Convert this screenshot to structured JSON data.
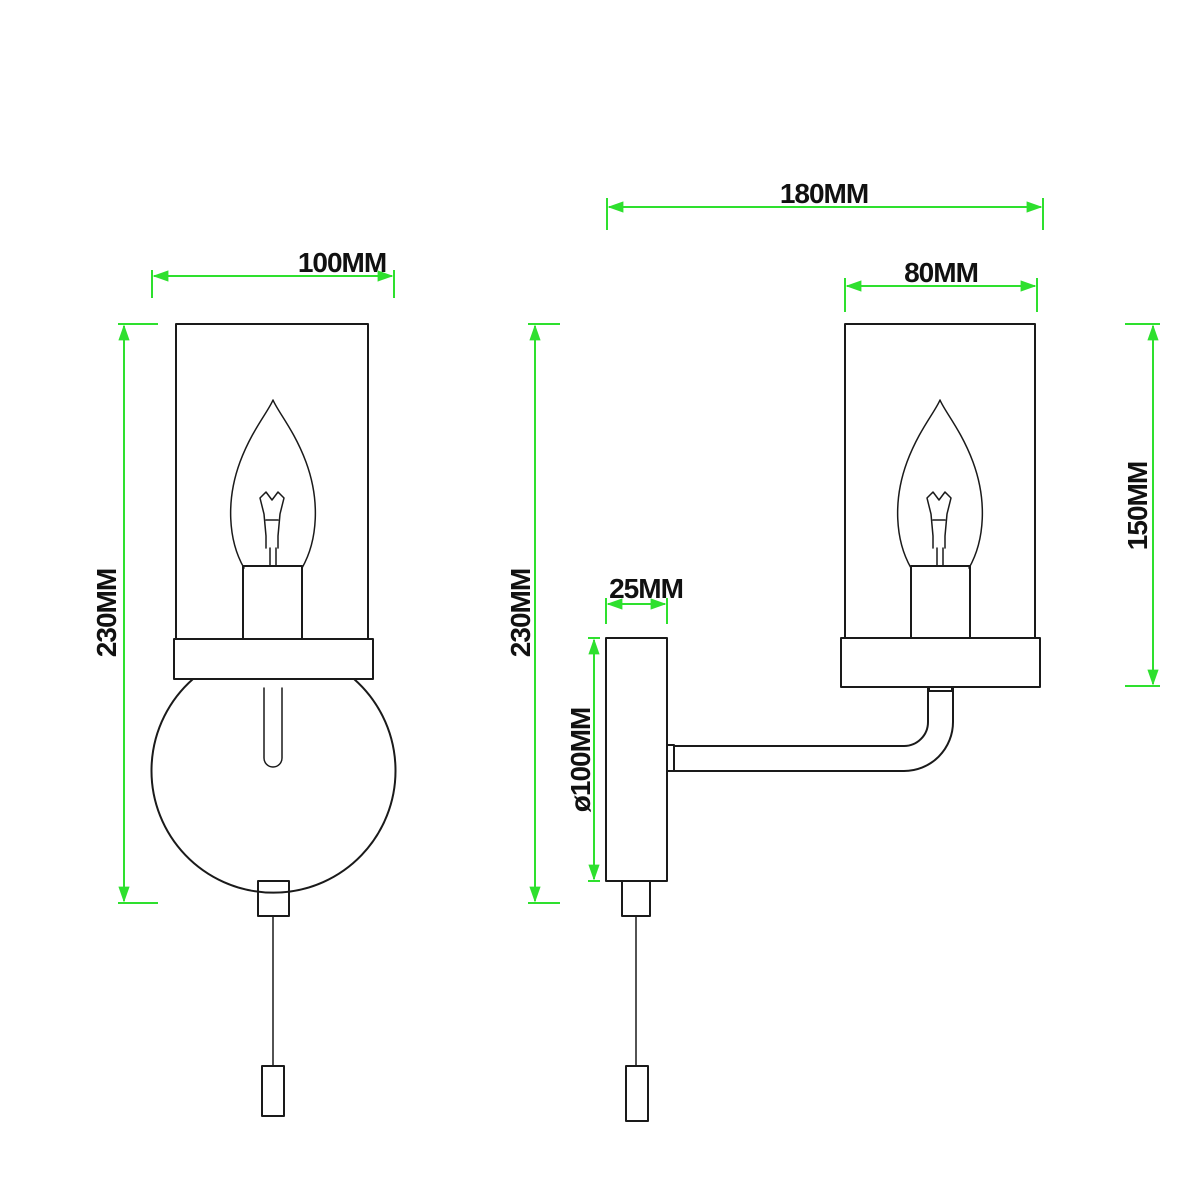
{
  "dimensions": {
    "front_width": "100MM",
    "front_height": "230MM",
    "side_total_width": "180MM",
    "side_shade_width": "80MM",
    "side_shade_height": "150MM",
    "side_height": "230MM",
    "backplate_depth": "25MM",
    "backplate_diameter": "ø100MM"
  },
  "colors": {
    "dimension_line": "#2ee02e",
    "outline": "#1a1a1a",
    "background": "#ffffff"
  }
}
